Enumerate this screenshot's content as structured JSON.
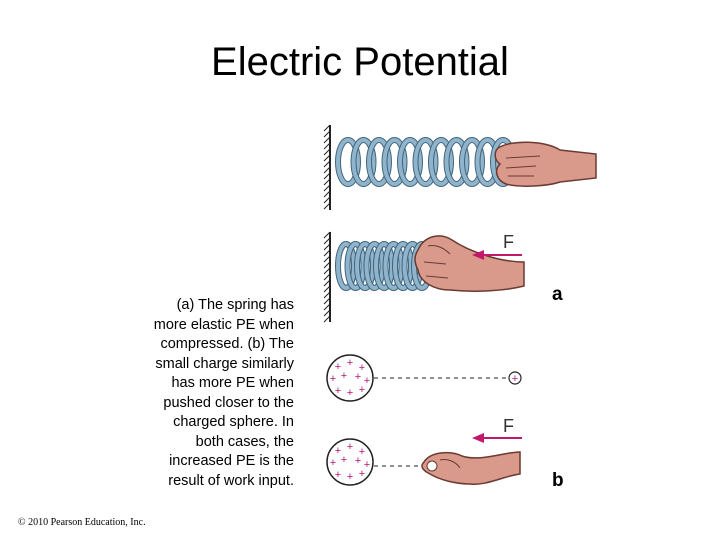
{
  "title": "Electric Potential",
  "caption_lines": [
    "(a) The spring has",
    "more elastic PE when",
    "compressed. (b) The",
    "small charge similarly",
    "has more PE when",
    "pushed closer to the",
    "charged sphere. In",
    "both cases, the",
    "increased PE is the",
    "result of work input."
  ],
  "figure": {
    "force_label_a": "F",
    "force_label_b": "F",
    "panel_a_label": "a",
    "panel_b_label": "b",
    "charge_symbol": "+"
  },
  "copyright": "© 2010 Pearson Education, Inc.",
  "colors": {
    "spring": "#8fb4cc",
    "spring_dark": "#41657c",
    "hand": "#d99a8c",
    "hand_outline": "#6b3a32",
    "arrow": "#c2186b",
    "charge": "#b0187a"
  }
}
